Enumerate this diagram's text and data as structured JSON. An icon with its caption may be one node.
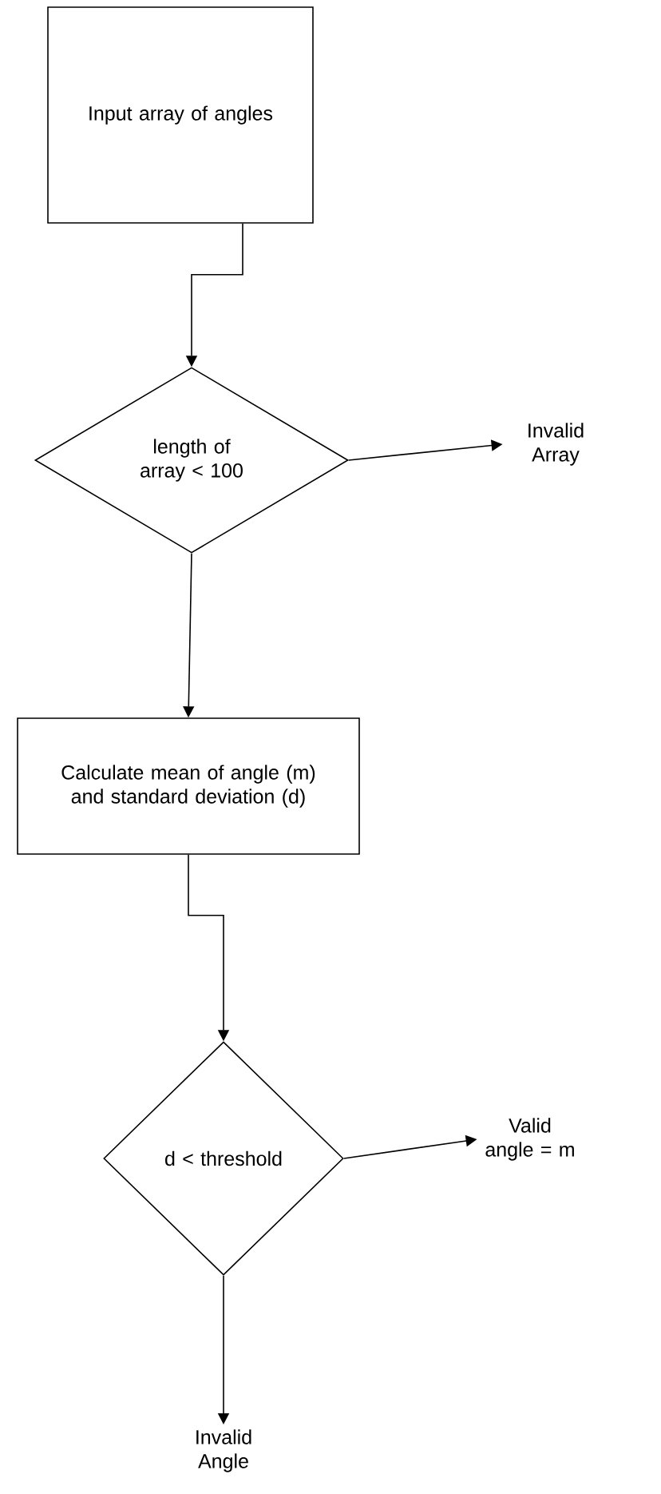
{
  "diagram": {
    "nodes": [
      {
        "text": [
          "Input array of angles"
        ]
      },
      {
        "text": [
          "length of array < 100"
        ]
      },
      {
        "text": [
          "Invalid Array"
        ]
      },
      {
        "text": [
          "Calculate mean of angle (m) and standard deviation (d)"
        ]
      },
      {
        "text": [
          "d < threshold"
        ]
      },
      {
        "text": [
          "Valid angle = m"
        ]
      },
      {
        "text": [
          "Invalid Angle"
        ]
      }
    ],
    "edges": [
      {
        "from": 0,
        "to": 1,
        "arrow": "to"
      },
      {
        "from": 1,
        "to": 2,
        "arrow": "to"
      },
      {
        "from": 1,
        "to": 3,
        "arrow": "to"
      },
      {
        "from": 3,
        "to": 4,
        "arrow": "to"
      },
      {
        "from": 4,
        "to": 5,
        "arrow": "to"
      },
      {
        "from": 4,
        "to": 6,
        "arrow": "to"
      }
    ]
  }
}
